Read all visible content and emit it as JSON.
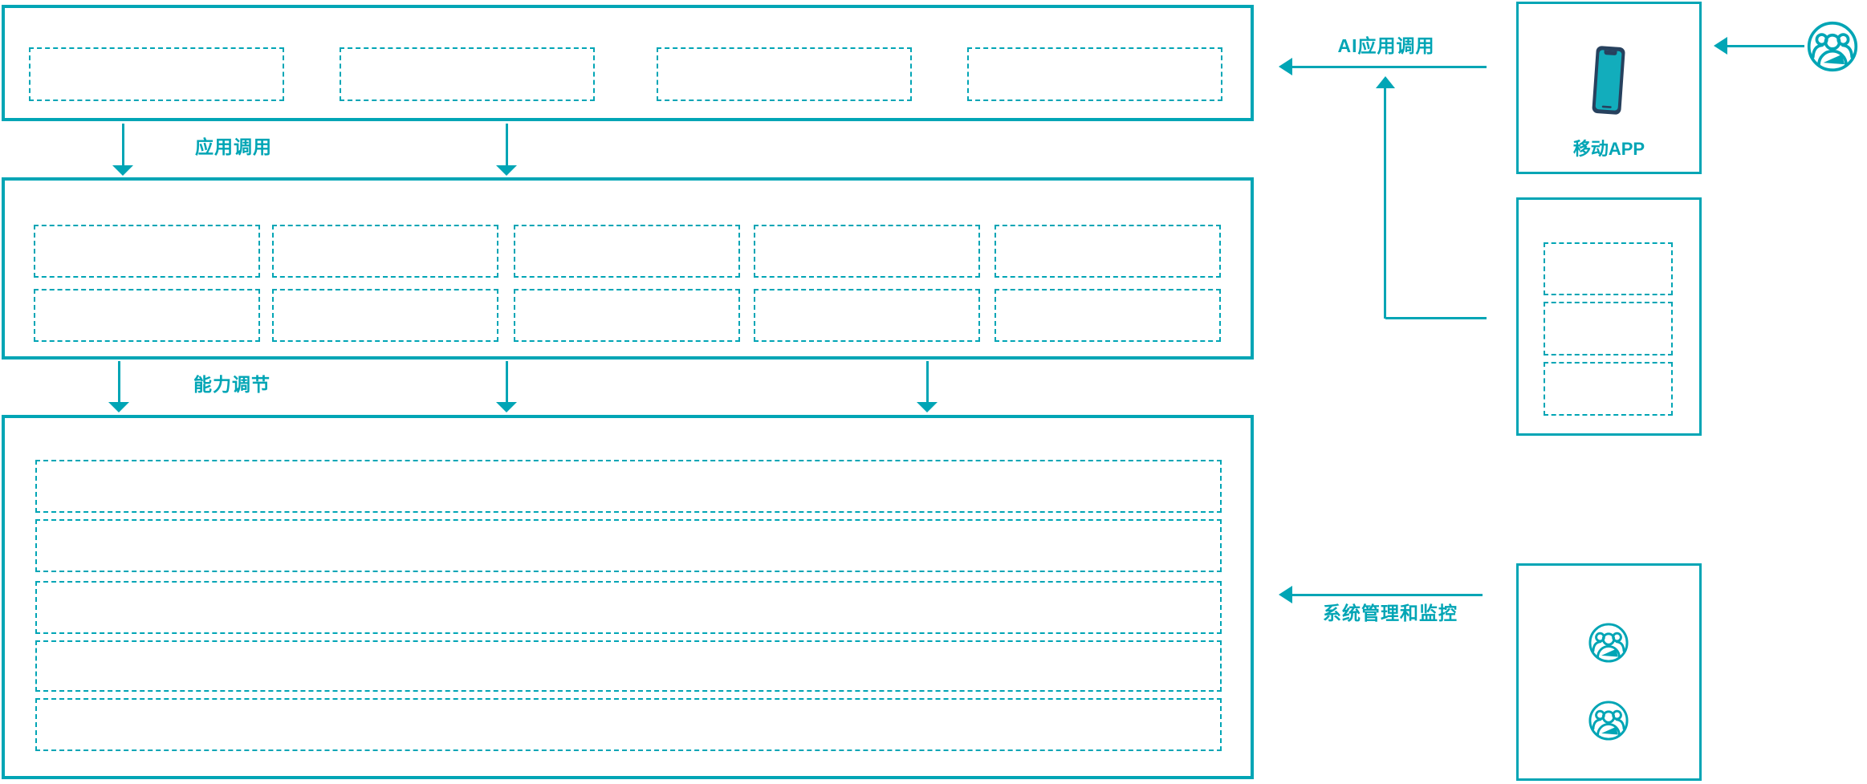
{
  "colors": {
    "accent": "#00a5b5",
    "phone_body": "#27415e",
    "phone_screen": "#12adbc",
    "background": "#ffffff"
  },
  "labels": {
    "app_call": "应用调用",
    "capability_adjust": "能力调节",
    "ai_app_call": "AI应用调用",
    "system_management": "系统管理和监控",
    "mobile_app": "移动APP"
  },
  "icons": {
    "mobile_phone": "mobile-phone-icon",
    "user_group": "user-group-icon"
  },
  "structure": {
    "top_band_placeholders": 4,
    "middle_band_rows": 2,
    "middle_band_cols": 5,
    "bottom_band_rows": 5,
    "right_service_placeholders": 3,
    "admin_user_icons": 2
  }
}
